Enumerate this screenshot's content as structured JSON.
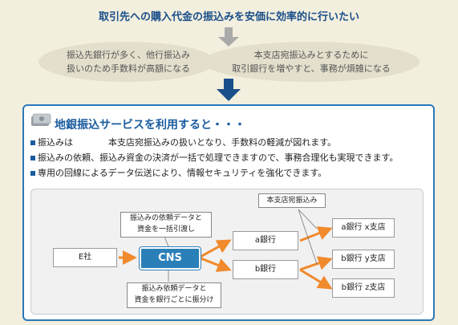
{
  "header": {
    "title": "取引先への購入代金の振込みを安価に効率的に行いたい"
  },
  "issues": {
    "left": [
      "振込先銀行が多く、他行振込み",
      "扱いのため手数料が高額になる"
    ],
    "right": [
      "本支店宛振込みとするために",
      "取引銀行を増やすと、事務が煩雑になる"
    ]
  },
  "solution": {
    "title": "地銀振込サービスを利用すると・・・",
    "bullets": [
      "振込みは　　　　本支店宛振込みの扱いとなり、手数料の軽減が図れます。",
      "振込みの依頼、振込み資金の決済が一括で処理できますので、事務合理化も実現できます。",
      "専用の回線によるデータ伝送により、情報セキュリティを強化できます。"
    ]
  },
  "diagram": {
    "nodes": {
      "e": "E社",
      "cns": "CNS",
      "a": "a銀行",
      "b": "b銀行",
      "ax": "a銀行 x支店",
      "by": "b銀行 y支店",
      "bz": "b銀行 z支店"
    },
    "notes": {
      "top": [
        "振込みの依頼データと",
        "資金を一括引渡し"
      ],
      "bottom": [
        "振込み依頼データと",
        "資金を銀行ごとに振分け"
      ],
      "branch": "本支店宛振込み"
    },
    "colors": {
      "arrow": "#f08a2c",
      "primary": "#1a5c9e",
      "cns": "#2b7fb8"
    }
  }
}
